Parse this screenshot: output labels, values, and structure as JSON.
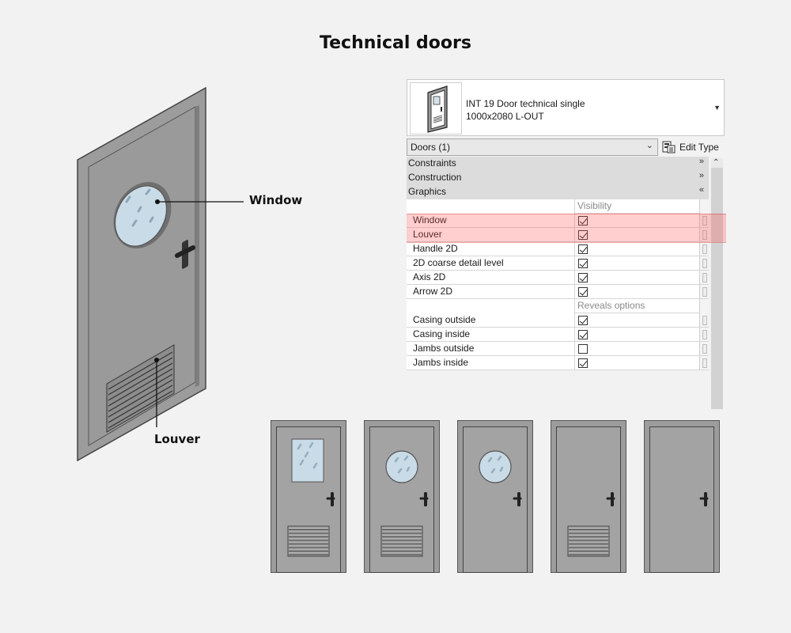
{
  "title": "Technical doors",
  "callouts": {
    "window": "Window",
    "louver": "Louver"
  },
  "properties": {
    "type_name_line1": "INT 19 Door technical single",
    "type_name_line2": "1000x2080 L-OUT",
    "instance_selector": "Doors (1)",
    "edit_type": "Edit Type",
    "groups": [
      "Constraints",
      "Construction",
      "Graphics"
    ],
    "visibility_header": "Visibility",
    "visibility_params": [
      {
        "name": "Window",
        "checked": true,
        "highlighted": true
      },
      {
        "name": "Louver",
        "checked": true,
        "highlighted": true
      },
      {
        "name": "Handle 2D",
        "checked": true
      },
      {
        "name": "2D coarse detail level",
        "checked": true
      },
      {
        "name": "Axis 2D",
        "checked": true
      },
      {
        "name": "Arrow 2D",
        "checked": true
      }
    ],
    "reveals_header": "Reveals options",
    "reveals_params": [
      {
        "name": "Casing outside",
        "checked": true
      },
      {
        "name": "Casing inside",
        "checked": true
      },
      {
        "name": "Jambs outside",
        "checked": false
      },
      {
        "name": "Jambs inside",
        "checked": true
      }
    ]
  },
  "variants": [
    {
      "window": "rect",
      "louver": true
    },
    {
      "window": "round",
      "louver": true
    },
    {
      "window": "round",
      "louver": false
    },
    {
      "window": "none",
      "louver": true
    },
    {
      "window": "none",
      "louver": false
    }
  ],
  "colors": {
    "highlight": "#ff5050",
    "door_fill": "#9e9e9e",
    "glass": "#c9dbe6"
  }
}
